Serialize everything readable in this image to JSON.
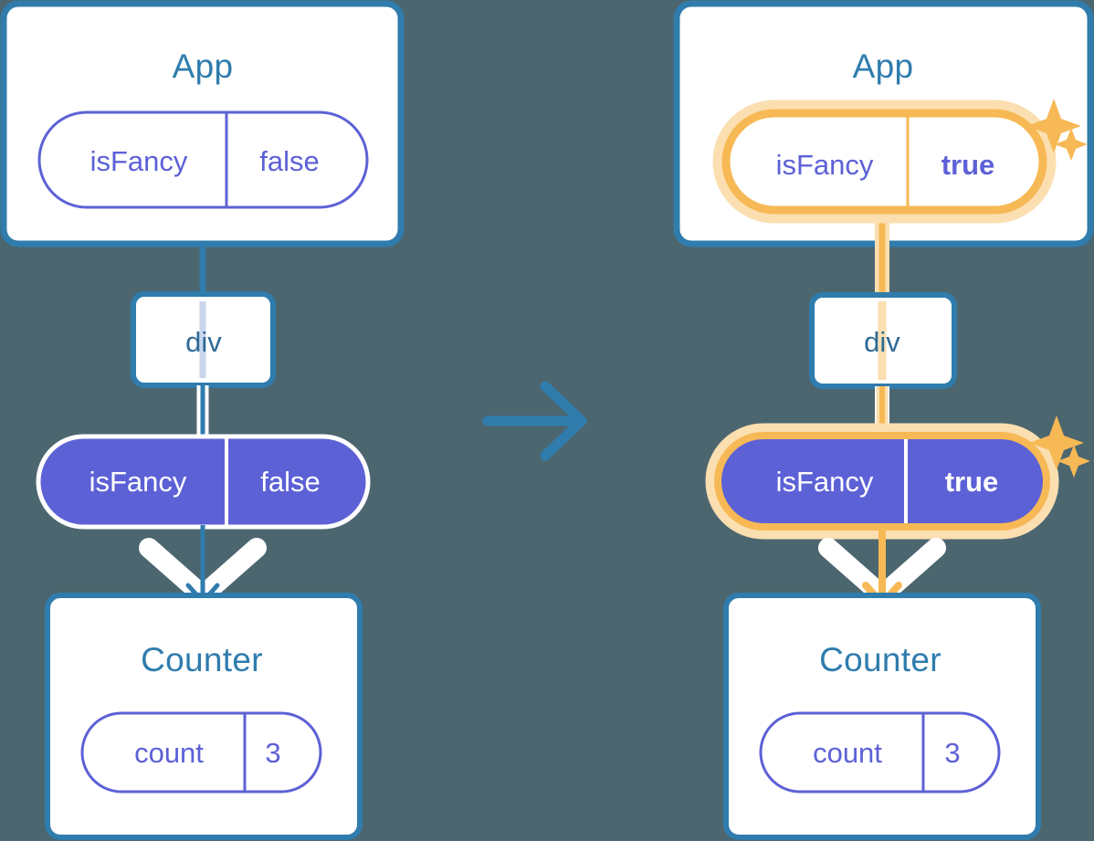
{
  "meta": {
    "background_color": "#4c6670",
    "accent_blue": "#2f7cad",
    "accent_purple": "#5d61d6",
    "accent_orange": "#f7b955",
    "accent_orange_pale": "#fbdfb1",
    "white": "#ffffff"
  },
  "transition_arrow": {
    "name": "right-arrow",
    "color": "#2f7cad"
  },
  "before": {
    "app": {
      "title": "App",
      "state_pill": {
        "key": "isFancy",
        "value": "false",
        "style": "outline",
        "highlighted": false,
        "bold_value": false
      }
    },
    "div": {
      "label": "div"
    },
    "prop_pill": {
      "key": "isFancy",
      "value": "false",
      "style": "solid",
      "highlighted": false,
      "bold_value": false
    },
    "counter": {
      "title": "Counter",
      "state_pill": {
        "key": "count",
        "value": "3",
        "style": "outline",
        "highlighted": false,
        "bold_value": false
      }
    }
  },
  "after": {
    "app": {
      "title": "App",
      "state_pill": {
        "key": "isFancy",
        "value": "true",
        "style": "outline",
        "highlighted": true,
        "bold_value": true
      },
      "sparkles": [
        "sparkle-large",
        "sparkle-small"
      ]
    },
    "div": {
      "label": "div"
    },
    "prop_pill": {
      "key": "isFancy",
      "value": "true",
      "style": "solid",
      "highlighted": true,
      "bold_value": true
    },
    "counter": {
      "title": "Counter",
      "state_pill": {
        "key": "count",
        "value": "3",
        "style": "outline",
        "highlighted": false,
        "bold_value": false
      }
    }
  }
}
